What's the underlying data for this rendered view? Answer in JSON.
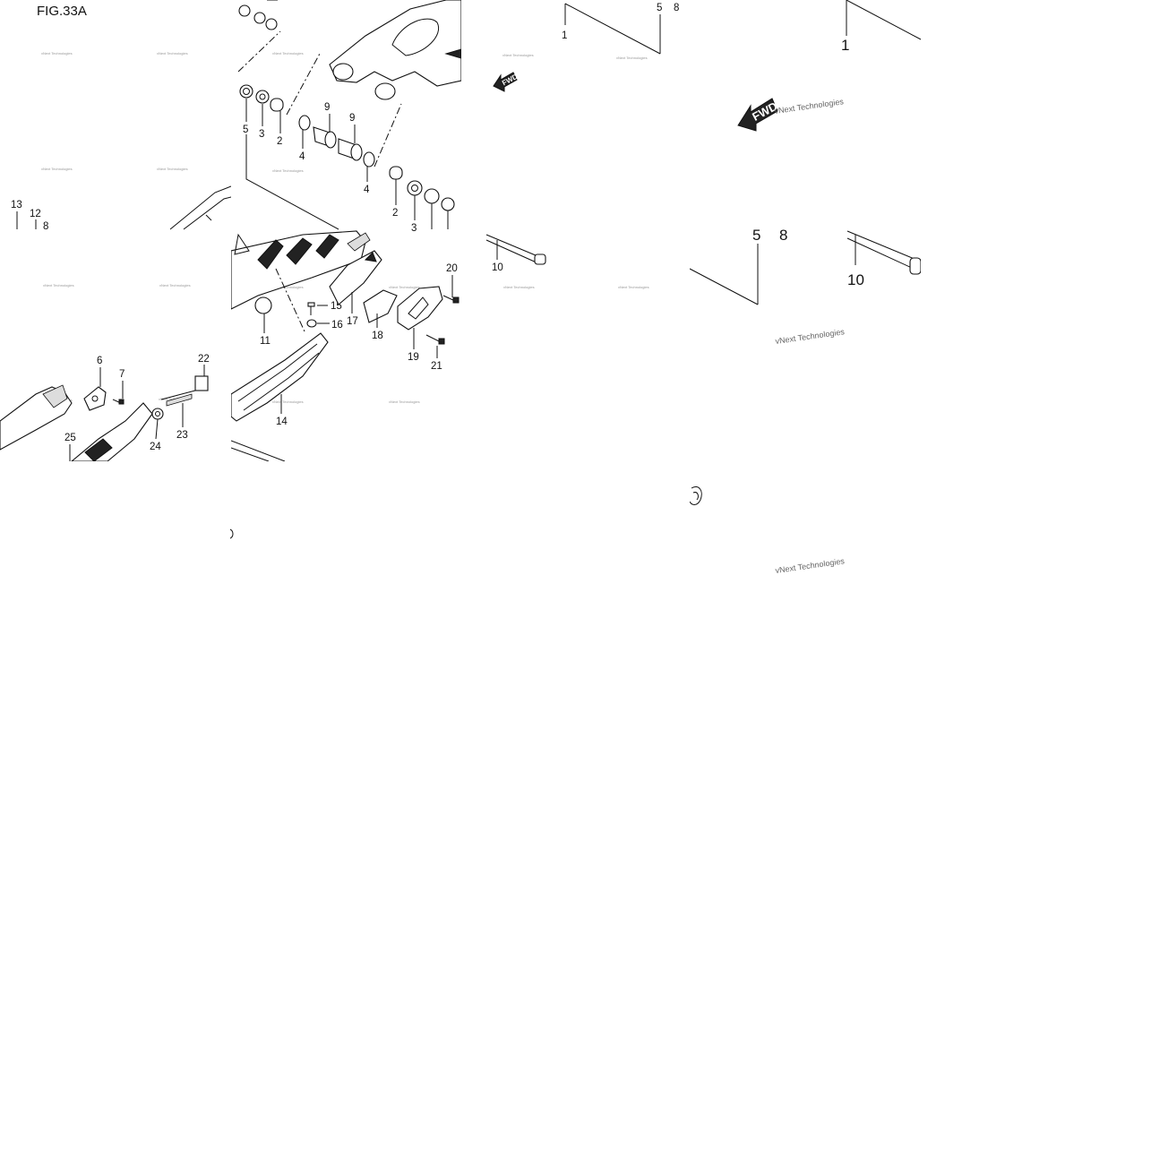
{
  "figure": {
    "title": "FIG.33A"
  },
  "watermark": {
    "text": "vNext Technologies"
  },
  "fwd_label": "FWD",
  "callouts_left": [
    "13",
    "12",
    "8",
    "6",
    "7",
    "22",
    "23",
    "24",
    "25"
  ],
  "callouts_mid": [
    "5",
    "3",
    "2",
    "4",
    "9",
    "9",
    "4",
    "2",
    "3",
    "11",
    "15",
    "16",
    "17",
    "18",
    "20",
    "19",
    "21",
    "14"
  ],
  "callouts_right": [
    "1",
    "5",
    "8",
    "10"
  ],
  "callouts_zoom": [
    "1",
    "5",
    "8",
    "10"
  ]
}
